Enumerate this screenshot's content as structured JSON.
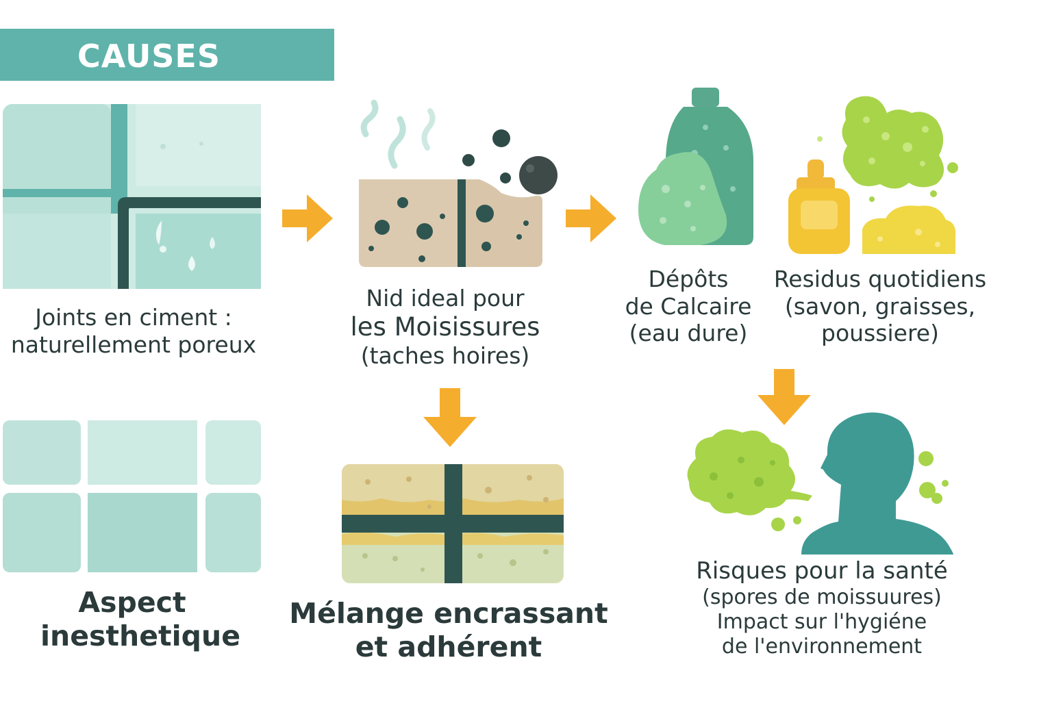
{
  "header": {
    "title": "CAUSES"
  },
  "nodes": {
    "porous_joints": {
      "line1": "Joints en ciment :",
      "line2": "naturellement poreux"
    },
    "mold_nest": {
      "line1": "Nid ideal pour",
      "line2": "les Moisissures",
      "line3": "(taches hoires)"
    },
    "limescale": {
      "line1": "Dépôts",
      "line2": "de Calcaire",
      "line3": "(eau dure)"
    },
    "residues": {
      "line1": "Residus quotidiens",
      "line2": "(savon, graisses,",
      "line3": "poussiere)"
    },
    "unsightly": {
      "line1": "Aspect",
      "line2": "inesthetique"
    },
    "mixture": {
      "line1": "Mélange encrassant",
      "line2": "et adhérent"
    },
    "health": {
      "line1": "Risques pour la santé",
      "line2": "(spores de moissuures)",
      "line3": "Impact sur l'hygiéne",
      "line4": "de l'environnement"
    }
  },
  "colors": {
    "teal": "#5fb3aa",
    "arrow": "#f5ad2e",
    "grout_dark": "#2f5550",
    "tile_light": "#bfe3da",
    "slime_green": "#a8d44a"
  },
  "icons": [
    "tile-grid-icon",
    "dirty-sponge-icon",
    "bottle-icon",
    "soap-bottle-icon",
    "clean-tiles-icon",
    "grimy-tiles-icon",
    "person-head-icon",
    "spore-cloud-icon"
  ]
}
